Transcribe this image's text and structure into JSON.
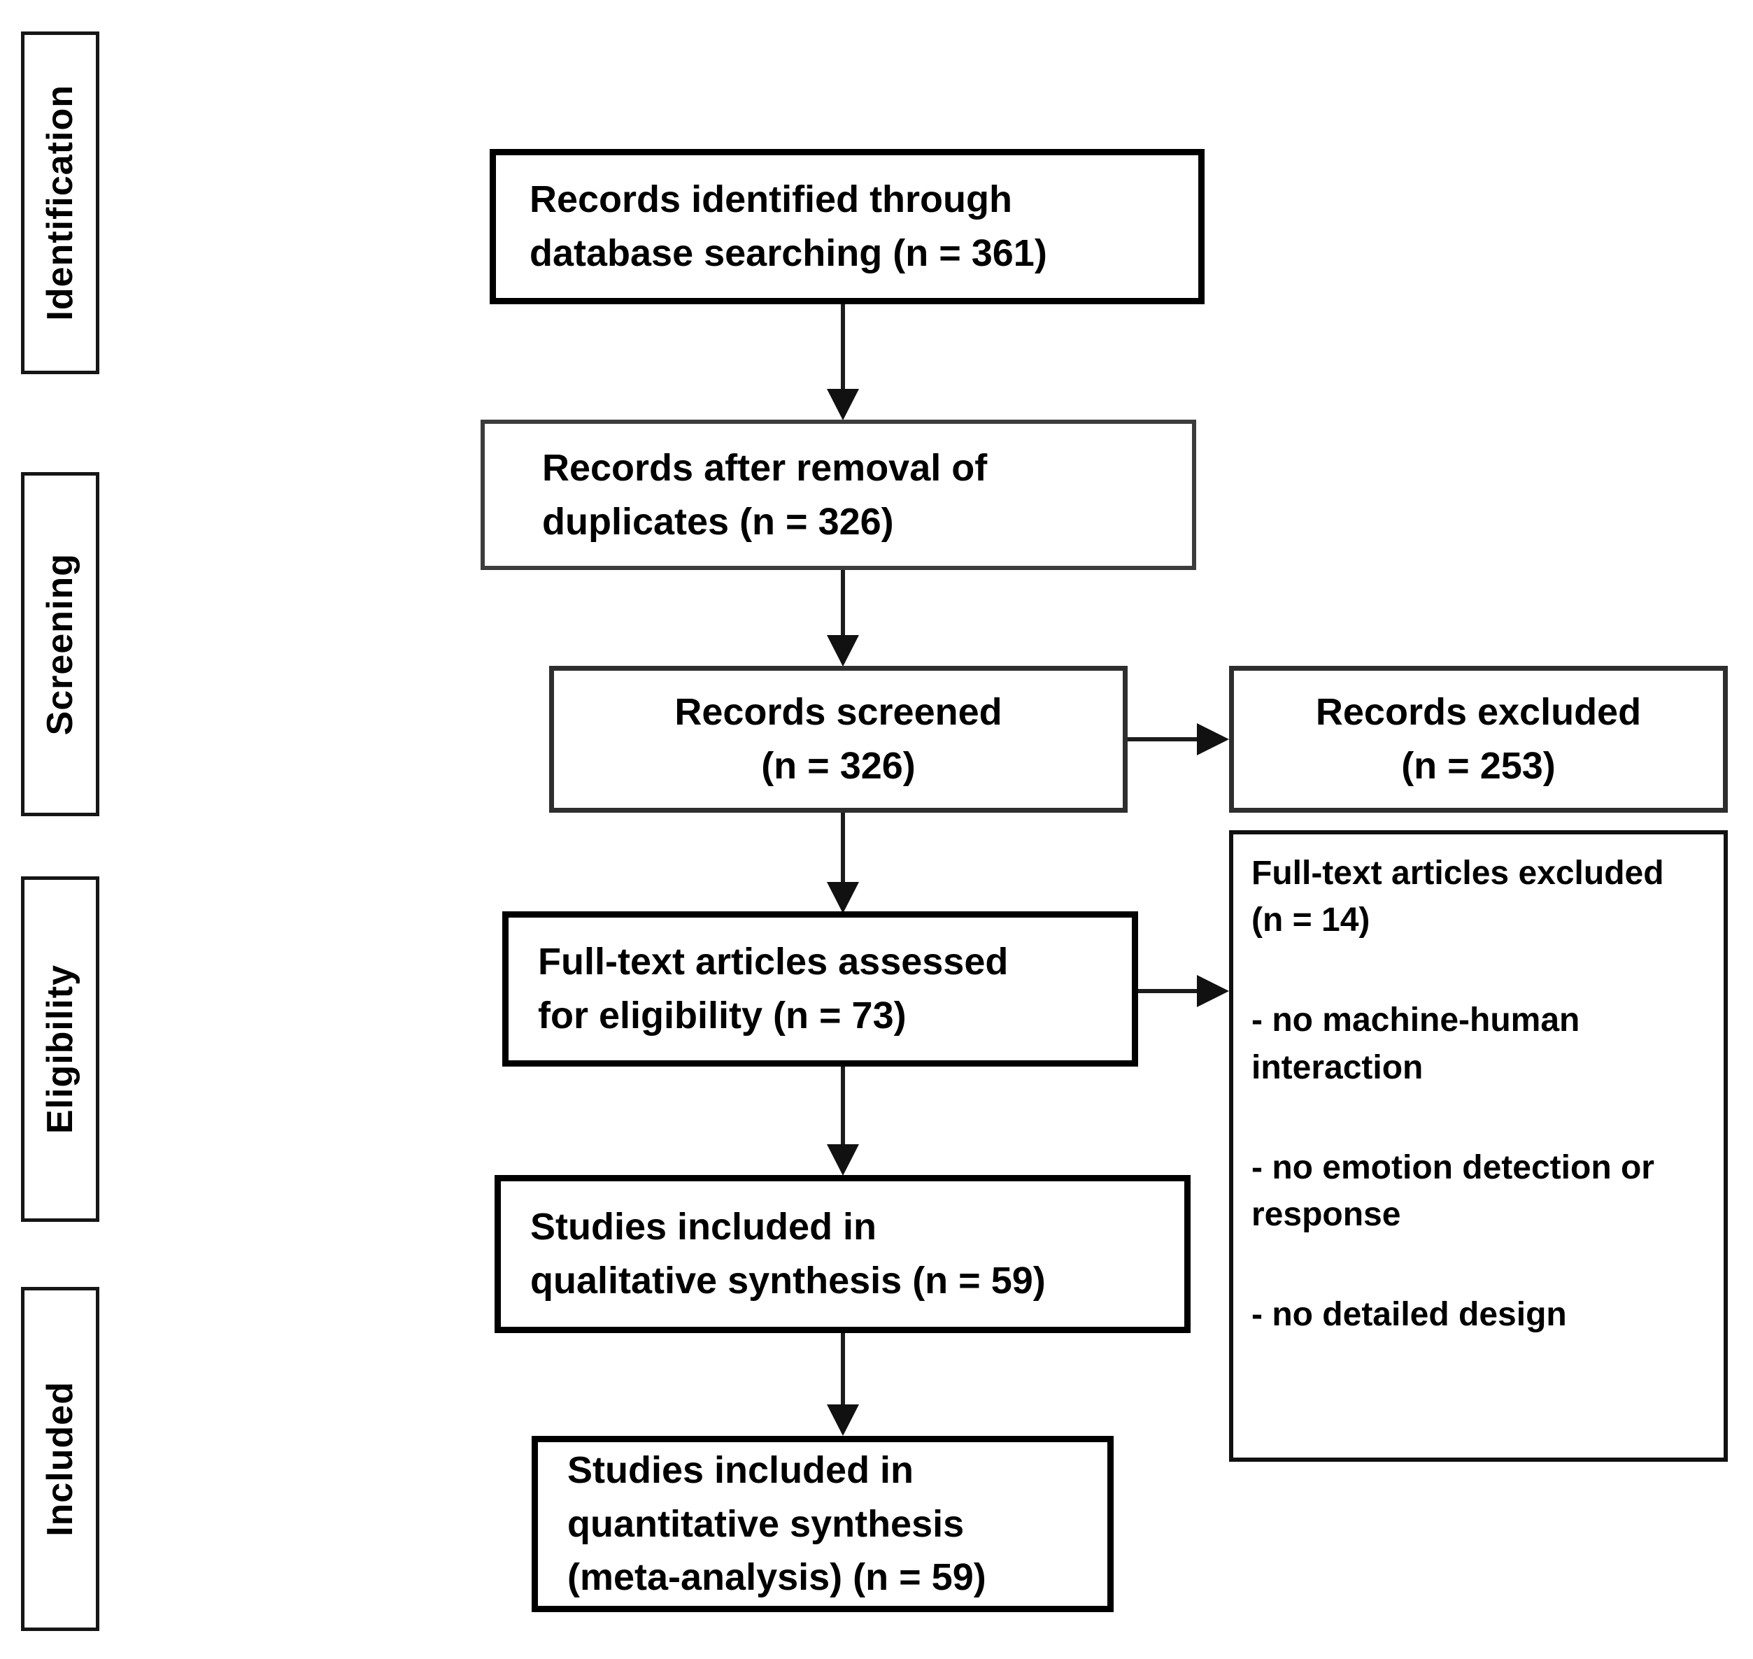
{
  "diagram": {
    "stages": [
      "Identification",
      "Screening",
      "Eligibility",
      "Included"
    ],
    "boxes": {
      "identified": "Records identified through\ndatabase searching (n = 361)",
      "dedup": "Records after removal of\nduplicates (n = 326)",
      "screened": "Records screened\n(n = 326)",
      "records_excluded": "Records excluded\n(n = 253)",
      "assessed": "Full-text articles assessed\nfor eligibility (n = 73)",
      "fulltext_excluded_header": "Full-text articles excluded\n(n = 14)",
      "exclusion_reasons": [
        "- no machine-human interaction",
        "- no emotion detection or response",
        "- no detailed design"
      ],
      "qualitative": "Studies included in\nqualitative synthesis (n = 59)",
      "quantitative": "Studies included in\nquantitative synthesis\n(meta-analysis) (n = 59)"
    },
    "colors": {
      "background": "#ffffff",
      "text": "#000000",
      "border": "#000000"
    }
  }
}
